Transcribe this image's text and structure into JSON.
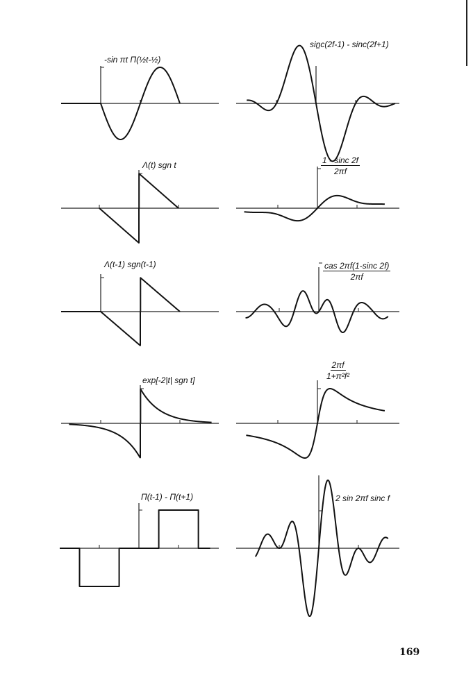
{
  "page_number": "169",
  "panels": [
    {
      "id": "l1",
      "func": "neg-sin-rect",
      "label": "-sin πt Π(½t-½)"
    },
    {
      "id": "r1",
      "func": "sinc-diff",
      "label": "sinc(2f-1) - sinc(2f+1)"
    },
    {
      "id": "l2",
      "func": "tri-sgn",
      "label": "Λ(t) sgn t"
    },
    {
      "id": "r2",
      "func": "one-minus-sinc",
      "label_num": "1 - sinc 2f",
      "label_den": "2πf"
    },
    {
      "id": "l3",
      "func": "tri-sgn-shift",
      "label": "Λ(t-1) sgn(t-1)"
    },
    {
      "id": "r3",
      "func": "cas-one-minus-sinc",
      "label_num": "cas 2πf(1-sinc 2f)",
      "label_den": "2πf"
    },
    {
      "id": "l4",
      "func": "exp-sgn",
      "label": "exp[-2|t| sgn t]"
    },
    {
      "id": "r4",
      "func": "lorentz-odd",
      "label_num": "2πf",
      "label_den": "1+π²f²"
    },
    {
      "id": "l5",
      "func": "rect-diff",
      "label": "Π(t-1) - Π(t+1)"
    },
    {
      "id": "r5",
      "func": "sin-sinc",
      "label": "2 sin 2πf sinc f"
    }
  ]
}
